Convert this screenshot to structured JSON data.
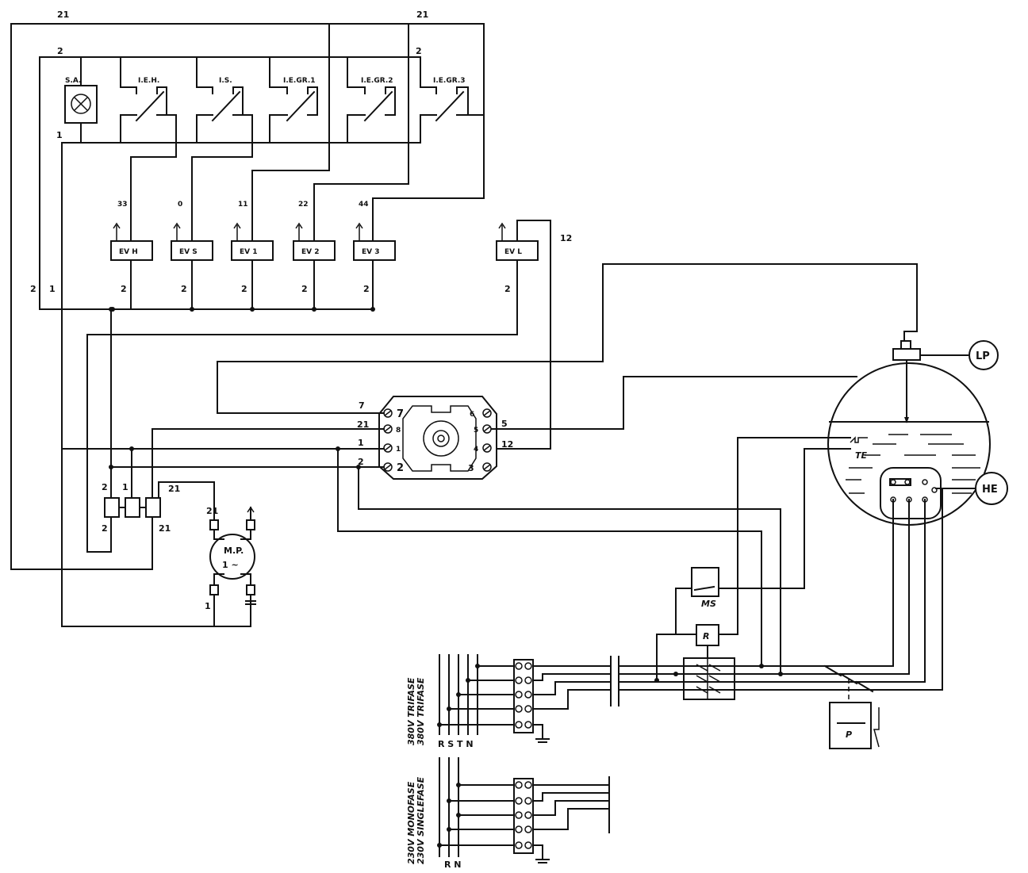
{
  "wires": {
    "w21": "21",
    "w2": "2",
    "w1": "1",
    "w33": "33",
    "w0": "0",
    "w11": "11",
    "w22": "22",
    "w44": "44",
    "w12": "12",
    "w7": "7",
    "w5": "5"
  },
  "switches": {
    "sa": "S.A.",
    "ieh": "I.E.H.",
    "is": "I.S.",
    "iegr1": "I.E.GR.1",
    "iegr2": "I.E.GR.2",
    "iegr3": "I.E.GR.3"
  },
  "valves": {
    "evh": "EV  H",
    "evs": "EV  S",
    "ev1": "EV  1",
    "ev2": "EV  2",
    "ev3": "EV  3",
    "evl": "EV  L"
  },
  "selector": {
    "p7": "7",
    "p6": "6",
    "p8": "8",
    "p5": "5",
    "p1": "1",
    "p4": "4",
    "p2": "2",
    "p3": "3"
  },
  "pump": {
    "line1": "M.P.",
    "line2": "1 ~"
  },
  "boiler": {
    "lp": "LP",
    "he": "HE",
    "te": "TE"
  },
  "components": {
    "ms": "MS",
    "r": "R",
    "p": "P"
  },
  "supply": {
    "three_phase_it": "380V TRIFASE",
    "three_phase_en": "380V TRIFASE",
    "three_phase_terminals": "R S T N",
    "single_phase_it": "230V MONOFASE",
    "single_phase_en": "230V SINGLEFASE",
    "single_phase_terminals": "R N"
  }
}
